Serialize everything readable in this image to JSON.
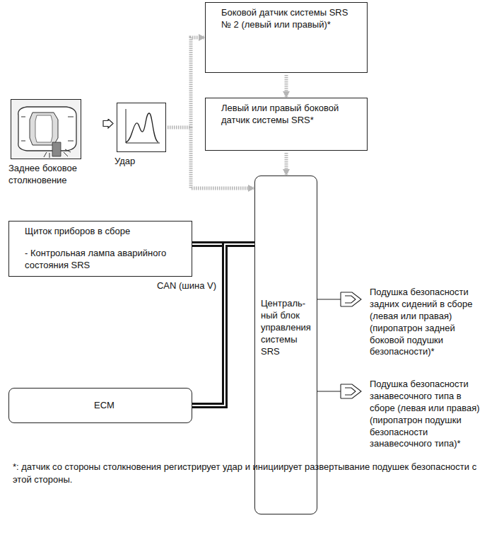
{
  "diagram": {
    "nodes": [
      {
        "text": [
          "Заднее боковое столкновение"
        ]
      },
      {
        "text": [
          "Удар"
        ]
      },
      {
        "text": [
          "Боковой датчик системы SRS № 2 (левый или правый)*"
        ]
      },
      {
        "text": [
          "Левый или правый боковой датчик системы SRS*"
        ]
      },
      {
        "text": [
          "Щиток приборов в сборе",
          "- Контрольная лампа аварийного состояния SRS"
        ]
      },
      {
        "text": [
          "Централь- ный блок управления системы SRS"
        ]
      },
      {
        "text": [
          "ECM"
        ]
      },
      {
        "text": [
          "Подушка безопасности задних сидений в сборе (левая или правая) (пиропатрон задней боковой подушки безопасности)*"
        ]
      },
      {
        "text": [
          "Подушка безопасности занавесочного типа в сборе (левая или правая) (пиропатрон подушки безопасности занавесочного типа)*"
        ]
      }
    ],
    "edges": [
      {
        "from": 0,
        "to": 1,
        "arrow": "to"
      },
      {
        "from": 1,
        "to": 2,
        "arrow": "to"
      },
      {
        "from": 1,
        "to": 5,
        "arrow": "to"
      },
      {
        "from": 2,
        "to": 3,
        "arrow": "to"
      },
      {
        "from": 3,
        "to": 5,
        "arrow": "to"
      },
      {
        "from": 4,
        "to": 5,
        "arrow": "none"
      },
      {
        "from": 6,
        "to": 5,
        "arrow": "none",
        "label": "CAN (шина V)"
      },
      {
        "from": 5,
        "to": 7,
        "arrow": "none"
      },
      {
        "from": 5,
        "to": 8,
        "arrow": "none"
      }
    ],
    "labels": [
      "*: датчик со стороны столкновения регистрирует удар и инициирует развертывание подушек безопасности с этой стороны."
    ]
  }
}
